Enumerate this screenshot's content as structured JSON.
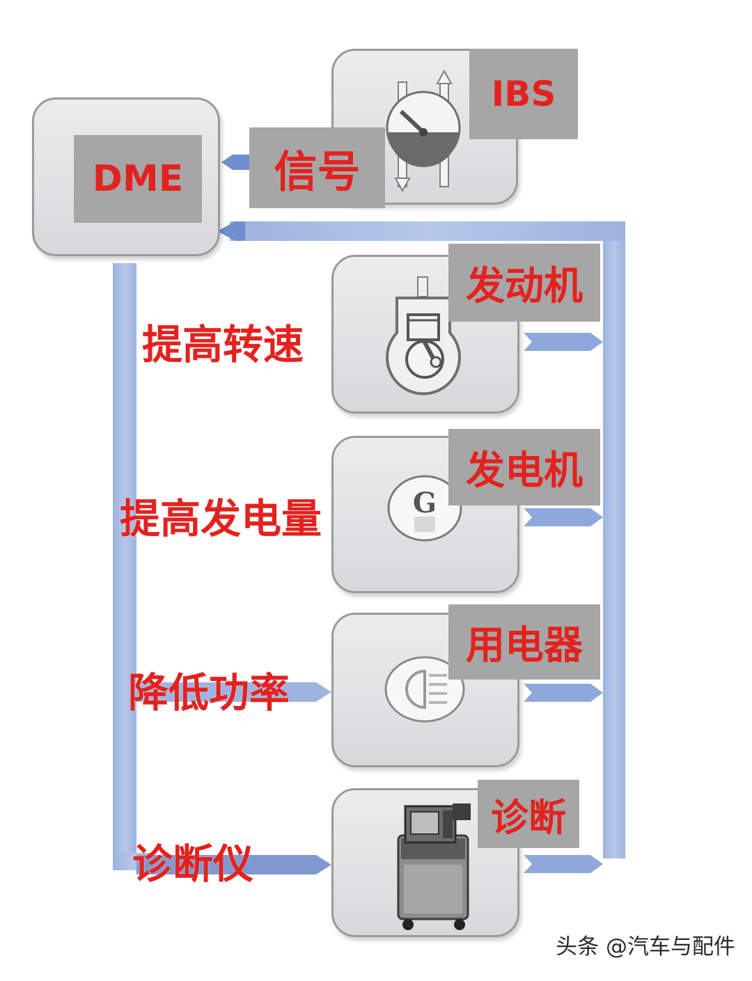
{
  "colors": {
    "label_text": "#e3221f",
    "label_bg": "#a6a6a6",
    "bus": "#a9bde6",
    "arrow": "#3f66b8"
  },
  "nodes": {
    "dme": {
      "label": "DME"
    },
    "ibs": {
      "label": "IBS",
      "signal_label": "信号"
    },
    "engine": {
      "label": "发动机",
      "action": "提高转速",
      "icon": "engine-icon"
    },
    "generator": {
      "label": "发电机",
      "action": "提高发电量",
      "icon": "generator-icon",
      "icon_letter": "G"
    },
    "consumer": {
      "label": "用电器",
      "action": "降低功率",
      "icon": "headlight-icon"
    },
    "diagnosis": {
      "label": "诊断",
      "action": "诊断仪",
      "icon": "diagnostic-tester-icon"
    }
  },
  "watermark": "头条 @汽车与配件"
}
